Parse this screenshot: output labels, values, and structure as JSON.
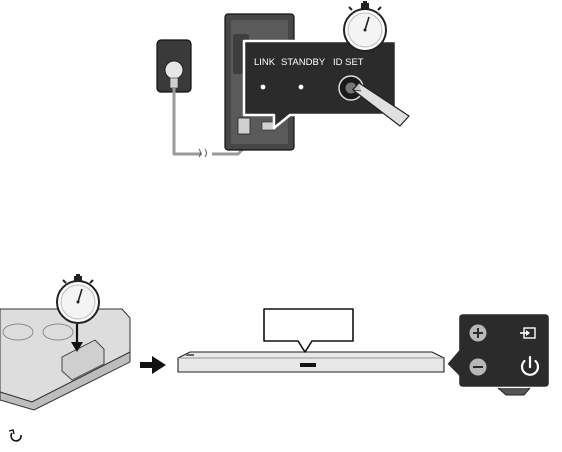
{
  "top_panel": {
    "labels": {
      "link": "LINK",
      "standby": "STANDBY",
      "id_set": "ID SET"
    }
  },
  "bottom_panel": {
    "soundbar_display_text": "",
    "remote_buttons": [
      "volume-up",
      "volume-down",
      "source",
      "power"
    ]
  },
  "icons": [
    "stopwatch-icon",
    "pen-icon",
    "arrow-right-icon",
    "refresh-icon"
  ],
  "colors": {
    "outline": "#222222",
    "device_dark": "#3a3a3a",
    "callout_dark": "#2b2b2b",
    "gray_light": "#dddddd",
    "gray_mid": "#bdbdbd",
    "cable": "#9a9a9a"
  }
}
